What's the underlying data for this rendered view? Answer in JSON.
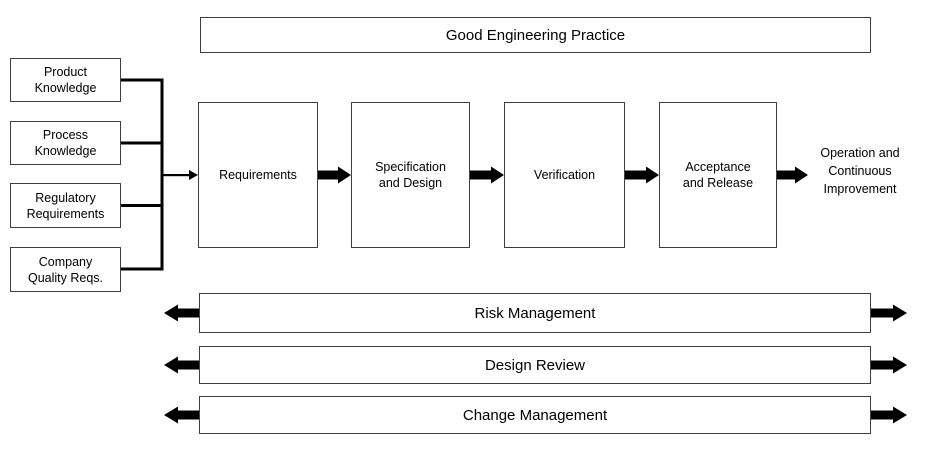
{
  "banner": {
    "label": "Good Engineering Practice"
  },
  "inputs": [
    {
      "label": "Product\nKnowledge"
    },
    {
      "label": "Process\nKnowledge"
    },
    {
      "label": "Regulatory\nRequirements"
    },
    {
      "label": "Company\nQuality Reqs."
    }
  ],
  "stages": [
    {
      "label": "Requirements"
    },
    {
      "label": "Specification\nand Design"
    },
    {
      "label": "Verification"
    },
    {
      "label": "Acceptance\nand Release"
    }
  ],
  "output": {
    "label": "Operation and\nContinuous\nImprovement"
  },
  "bars": [
    {
      "label": "Risk Management"
    },
    {
      "label": "Design Review"
    },
    {
      "label": "Change Management"
    }
  ],
  "colors": {
    "background": "#ffffff",
    "border": "#3f3f3f",
    "ink": "#000000"
  }
}
